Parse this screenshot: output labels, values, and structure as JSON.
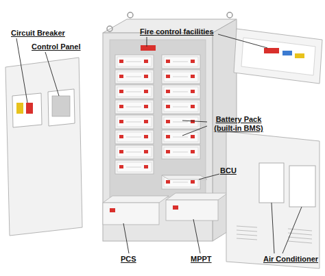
{
  "diagram": {
    "labels": [
      "Circuit Breaker",
      "Control Panel",
      "Fire control facilities",
      "Battery Pack (built-in BMS)",
      "BCU",
      "PCS",
      "MPPT",
      "Air Conditioner"
    ]
  }
}
